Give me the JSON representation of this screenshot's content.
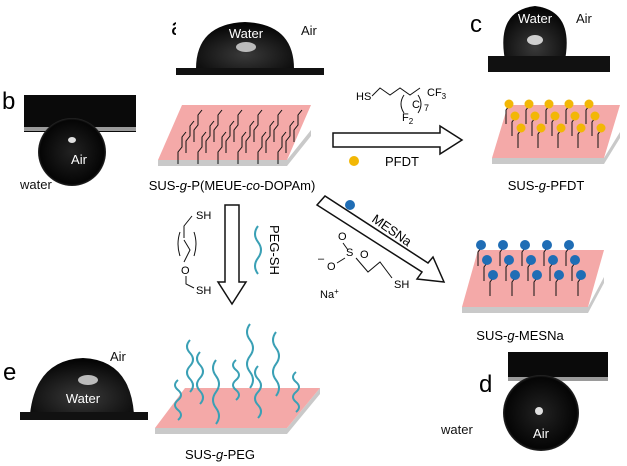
{
  "panels": {
    "a": {
      "letter": "a",
      "drop_label": "Water",
      "ambient_label": "Air"
    },
    "b": {
      "letter": "b",
      "bubble_label": "Air",
      "medium_label": "water"
    },
    "c": {
      "letter": "c",
      "drop_label": "Water",
      "ambient_label": "Air"
    },
    "d": {
      "letter": "d",
      "bubble_label": "Air",
      "medium_label": "water"
    },
    "e": {
      "letter": "e",
      "drop_label": "Water",
      "ambient_label": "Air"
    }
  },
  "surfaces": {
    "center": {
      "prefix": "SUS-",
      "g": "g",
      "mid": "-P(MEUE-",
      "co": "co",
      "suffix": "-DOPAm)"
    },
    "pfdt": {
      "prefix": "SUS-",
      "g": "g",
      "suffix": "-PFDT"
    },
    "mesna": {
      "prefix": "SUS-",
      "g": "g",
      "suffix": "-MESNa"
    },
    "peg": {
      "prefix": "SUS-",
      "g": "g",
      "suffix": "-PEG"
    }
  },
  "reagents": {
    "pfdt": {
      "sh": "HS",
      "cf3": "CF",
      "cf3_sub": "3",
      "c": "C",
      "f": "F",
      "sub2": "2",
      "n": "7",
      "legend": "PFDT"
    },
    "mesna": {
      "label": "MESNa",
      "s": "S",
      "o1": "O",
      "o2": "O",
      "minus": "–",
      "o3": "O",
      "sh": "SH",
      "na": "Na",
      "na_sup": "+"
    },
    "peg": {
      "label": "PEG-SH",
      "sh1": "SH",
      "o": "O",
      "sh2": "SH"
    }
  },
  "colors": {
    "plate_top": "#f4a9a8",
    "plate_side": "#c9c9c9",
    "pfdt_dot": "#f2b705",
    "mesna_dot": "#1f6db5",
    "peg_chain": "#3aa0b5"
  }
}
